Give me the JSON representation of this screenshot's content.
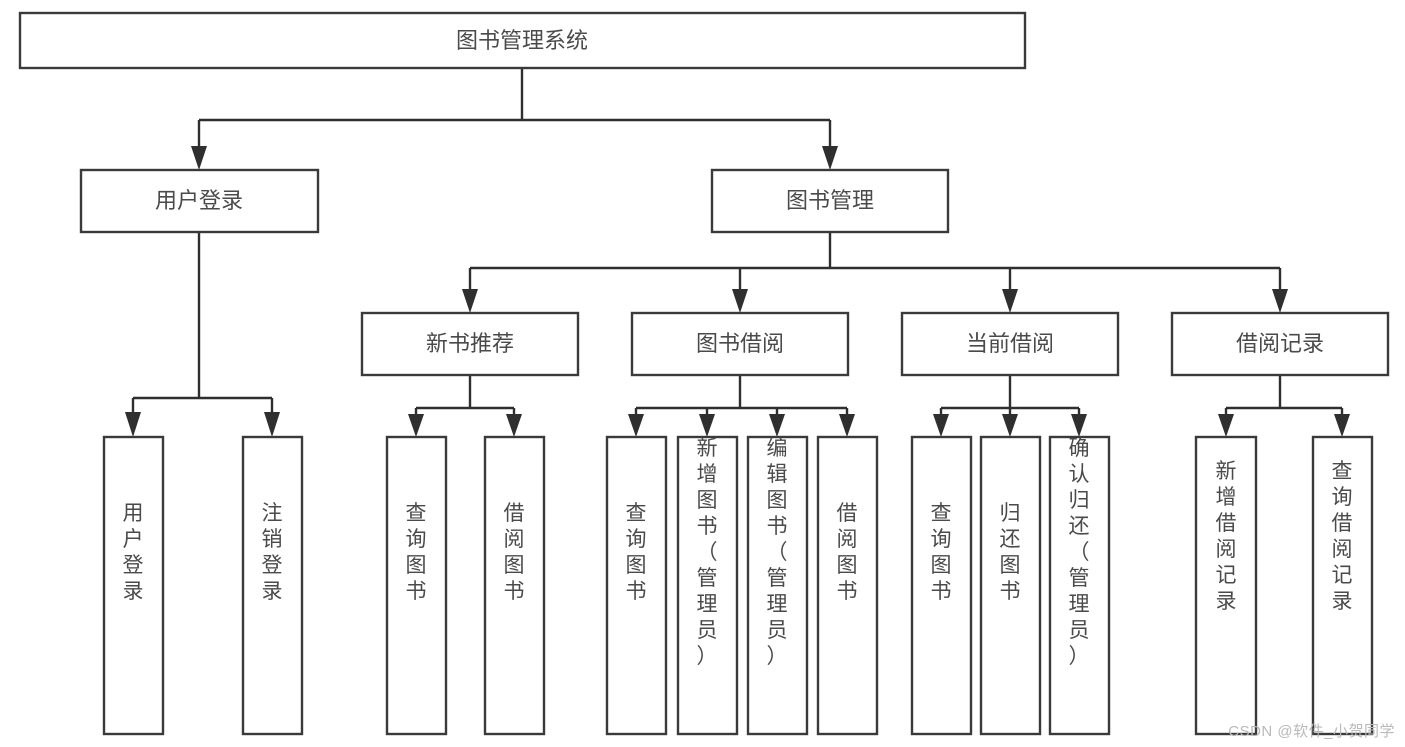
{
  "diagram": {
    "title": "图书管理系统",
    "watermark": "CSDN @软件_小贺同学",
    "colors": {
      "box_stroke": "#3a3a3a",
      "connector": "#2f2f2f",
      "text": "#4a4a4a",
      "background": "#ffffff",
      "watermark": "#b9b9b9"
    },
    "root": {
      "label": "图书管理系统"
    },
    "level2": [
      {
        "label": "用户登录"
      },
      {
        "label": "图书管理"
      }
    ],
    "level3": [
      {
        "label": "新书推荐"
      },
      {
        "label": "图书借阅"
      },
      {
        "label": "当前借阅"
      },
      {
        "label": "借阅记录"
      }
    ],
    "leaves": {
      "user_login": [
        {
          "label": "用户登录"
        },
        {
          "label": "注销登录"
        }
      ],
      "new_book": [
        {
          "label": "查询图书"
        },
        {
          "label": "借阅图书"
        }
      ],
      "book_borrow": [
        {
          "label": "查询图书"
        },
        {
          "label": "新增图书（管理员）"
        },
        {
          "label": "编辑图书（管理员）"
        },
        {
          "label": "借阅图书"
        }
      ],
      "current_borrow": [
        {
          "label": "查询图书"
        },
        {
          "label": "归还图书"
        },
        {
          "label": "确认归还（管理员）"
        }
      ],
      "borrow_record": [
        {
          "label": "新增借阅记录"
        },
        {
          "label": "查询借阅记录"
        }
      ]
    }
  }
}
